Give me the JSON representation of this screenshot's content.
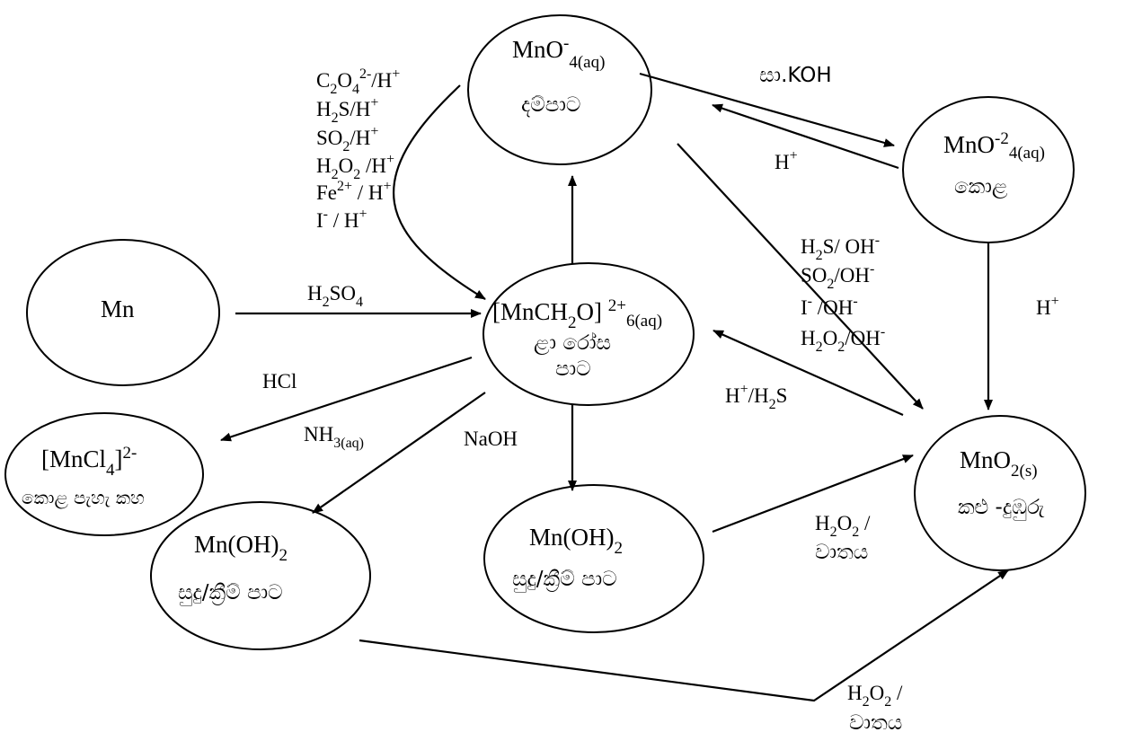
{
  "nodes": {
    "permanganate": {
      "formula": "MnO",
      "charge": "-",
      "subscript": "4(aq)",
      "color": "දම්පාට"
    },
    "manganate": {
      "formula": "MnO",
      "charge": "-2",
      "subscript": "4(aq)",
      "color": "කොළ"
    },
    "mn": {
      "formula": "Mn"
    },
    "mn_aqua": {
      "formula_a": "[MnCH",
      "formula_sub": "2",
      "formula_b": "O] ",
      "charge": "2+",
      "subscript": "6(aq)",
      "color_line1": "ළා රෝස",
      "color_line2": "පාට"
    },
    "mno2": {
      "formula_a": "MnO",
      "formula_sub": "2",
      "state": "(s)",
      "color": "කළු -දුඹුරු"
    },
    "mncl4": {
      "formula_a": "[MnCl",
      "formula_sub": "4",
      "formula_b": "]",
      "charge": "2-",
      "color": "කොළ පැහැ කහ"
    },
    "mnoh2_left": {
      "formula_a": "Mn(OH)",
      "formula_sub": "2",
      "color": "සුදු/ක්‍රීම් පාට"
    },
    "mnoh2_center": {
      "formula_a": "Mn(OH)",
      "formula_sub": "2",
      "color": "සුදු/ක්‍රීම් පාට"
    }
  },
  "labels": {
    "conc_koh": "සා.KOH",
    "h_plus_top": {
      "base": "H",
      "sup": "+"
    },
    "h_plus_right": {
      "base": "H",
      "sup": "+"
    },
    "reducers_acid": [
      {
        "a": "C",
        "s1": "2",
        "b": "O",
        "s2": "4",
        "sup1": "2-",
        "c": "/H",
        "sup2": "+"
      },
      {
        "a": "H",
        "s1": "2",
        "b": "S/H",
        "sup": "+"
      },
      {
        "a": "SO",
        "s1": "2",
        "b": "/H",
        "sup": "+"
      },
      {
        "a": "H",
        "s1": "2",
        "b": "O",
        "s2": "2",
        "c": " /H",
        "sup": "+"
      },
      {
        "a": "Fe",
        "sup1": "2+",
        "b": " / H",
        "sup2": "+"
      },
      {
        "a": "I",
        "sup1": "-",
        "b": " / H",
        "sup2": "+"
      }
    ],
    "reducers_base": [
      {
        "a": "H",
        "s1": "2",
        "b": "S/ OH",
        "sup": "-"
      },
      {
        "a": "SO",
        "s1": "2",
        "b": "/OH",
        "sup": "-"
      },
      {
        "a": "I",
        "sup1": "-",
        "b": " /OH",
        "sup2": "-"
      },
      {
        "a": "H",
        "s1": "2",
        "b": "O",
        "s2": "2",
        "c": "/OH",
        "sup": "-"
      }
    ],
    "h2so4": {
      "a": "H",
      "s1": "2",
      "b": "SO",
      "s2": "4"
    },
    "h_h2s": {
      "a": "H",
      "sup": "+",
      "b": "/H",
      "s1": "2",
      "c": "S"
    },
    "hcl": "HCl",
    "nh3": {
      "a": "NH",
      "s1": "3(aq)"
    },
    "naoh": "NaOH",
    "h2o2_air_1": {
      "a": "H",
      "s1": "2",
      "b": "O",
      "s2": "2",
      "c": " /",
      "air": "වාතය"
    },
    "h2o2_air_2": {
      "a": "H",
      "s1": "2",
      "b": "O",
      "s2": "2",
      "c": " /",
      "air": "වාතය"
    }
  }
}
